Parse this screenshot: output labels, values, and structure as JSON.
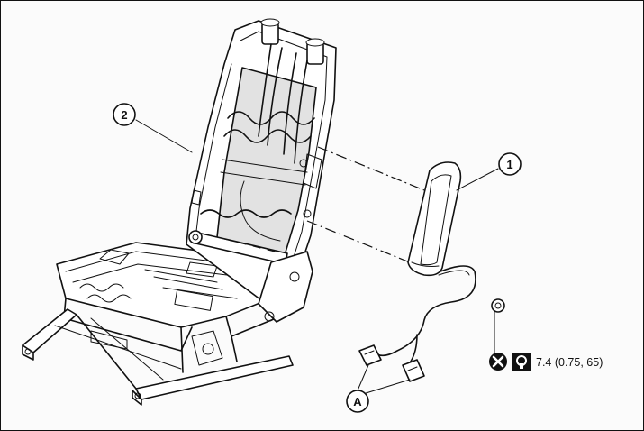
{
  "callouts": {
    "part_1": "1",
    "part_2": "2",
    "connector_a": "A"
  },
  "torque": {
    "value": "7.4 (0.75, 65)",
    "symbols": [
      "do-not-reuse-icon",
      "torque-wrench-icon"
    ]
  }
}
